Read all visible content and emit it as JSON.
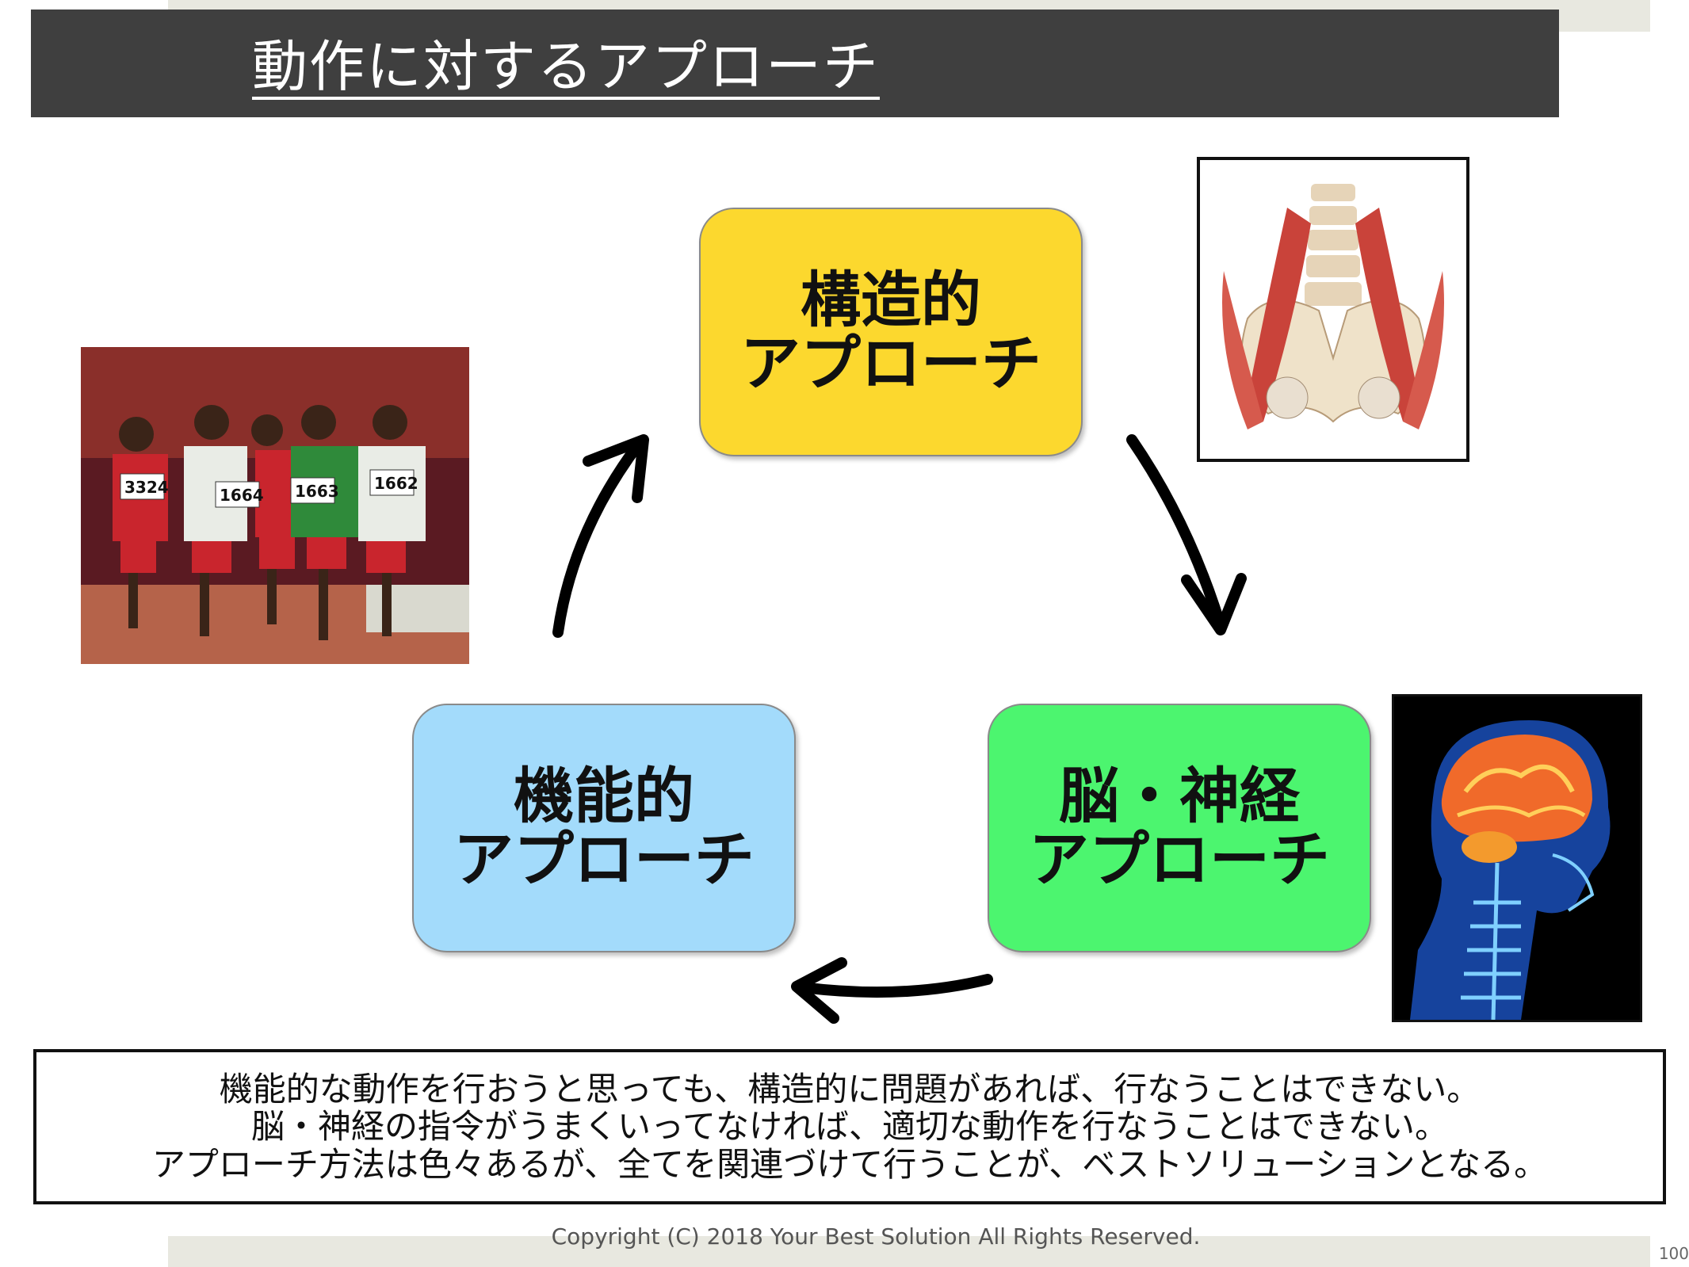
{
  "slide": {
    "title": "動作に対するアプローチ",
    "page_number": "100",
    "copyright": "Copyright (C) 2018 Your Best Solution All Rights Reserved."
  },
  "cycle": {
    "structural": {
      "line1": "構造的",
      "line2": "アプローチ",
      "color": "#fcd82e"
    },
    "neural": {
      "line1": "脳・神経",
      "line2": "アプローチ",
      "color": "#4cf56f"
    },
    "functional": {
      "line1": "機能的",
      "line2": "アプローチ",
      "color": "#a3dbfb"
    }
  },
  "caption": {
    "line1": "機能的な動作を行おうと思っても、構造的に問題があれば、行なうことはできない。",
    "line2": "脳・神経の指令がうまくいってなければ、適切な動作を行なうことはできない。",
    "line3": "アプローチ方法は色々あるが、全てを関連づけて行うことが、ベストソリューションとなる。"
  },
  "images": {
    "runners_bibs": [
      "3324",
      "1664",
      "1663",
      "1662"
    ]
  }
}
